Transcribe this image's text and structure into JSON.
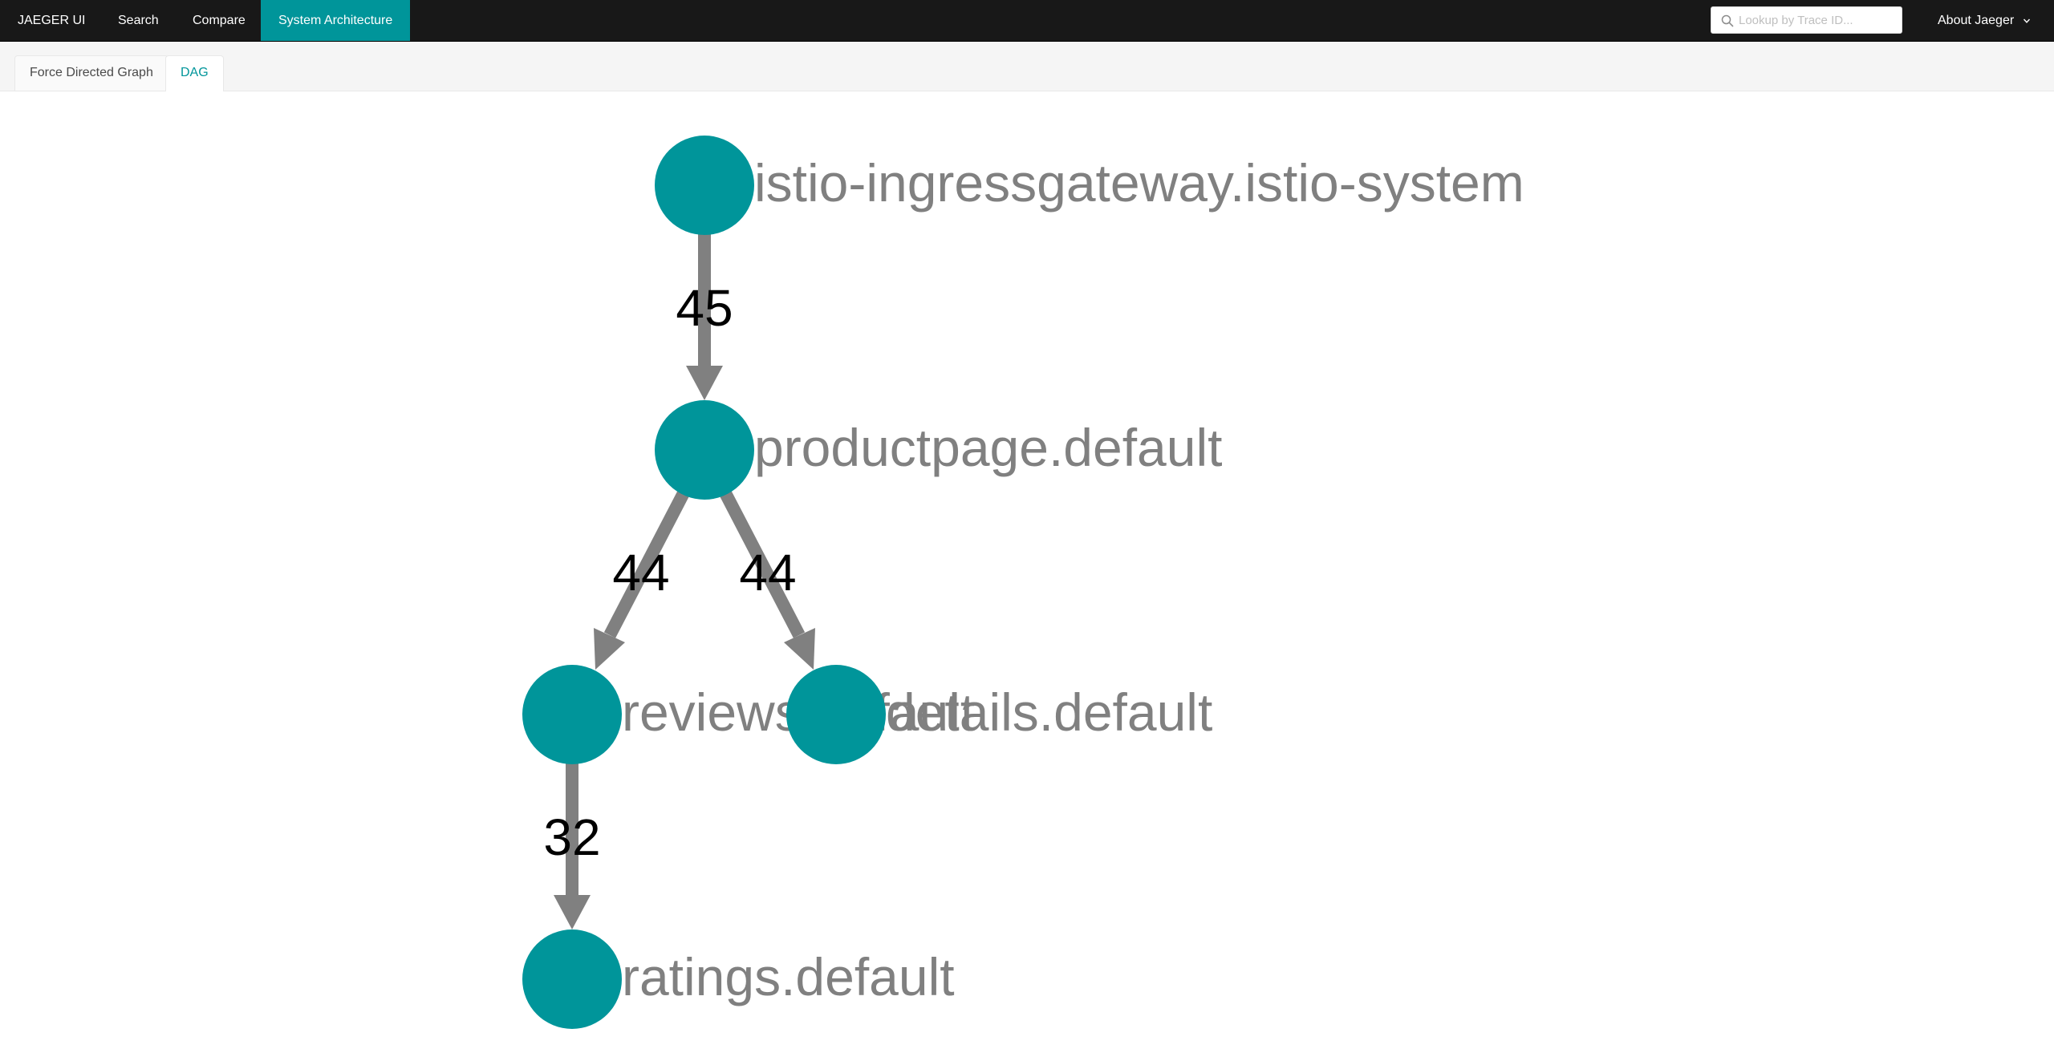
{
  "nav": {
    "brand": "JAEGER UI",
    "search": "Search",
    "compare": "Compare",
    "system_architecture": "System Architecture",
    "trace_lookup_placeholder": "Lookup by Trace ID...",
    "about": "About Jaeger"
  },
  "tabs": {
    "force_directed": "Force Directed Graph",
    "dag": "DAG",
    "active": "DAG"
  },
  "colors": {
    "nav_bg": "#181818",
    "accent": "#00959a",
    "edge": "#808080",
    "node_label": "#808080",
    "edge_label": "#000000"
  },
  "dag": {
    "nodes": [
      {
        "id": "n1",
        "label": "istio-ingressgateway.istio-system"
      },
      {
        "id": "n2",
        "label": "productpage.default"
      },
      {
        "id": "n3",
        "label": "reviews.default"
      },
      {
        "id": "n4",
        "label": "details.default"
      },
      {
        "id": "n5",
        "label": "ratings.default"
      }
    ],
    "edges": [
      {
        "from": "n1",
        "to": "n2",
        "count": "45"
      },
      {
        "from": "n2",
        "to": "n3",
        "count": "44"
      },
      {
        "from": "n2",
        "to": "n4",
        "count": "44"
      },
      {
        "from": "n3",
        "to": "n5",
        "count": "32"
      }
    ]
  }
}
